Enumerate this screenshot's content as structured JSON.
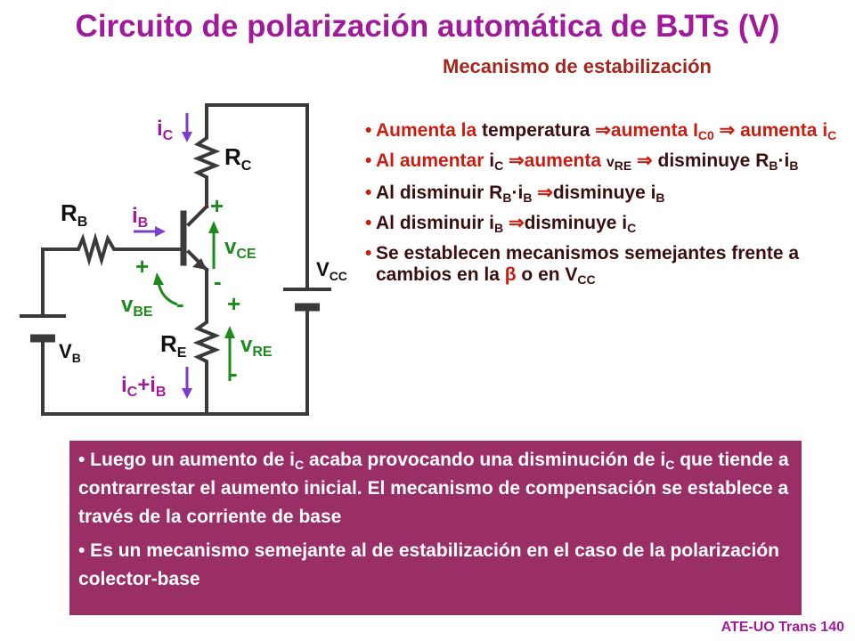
{
  "title": "Circuito de polarización automática de BJTs (V)",
  "subtitle": "Mecanismo de estabilización",
  "circuit": {
    "ic": "i",
    "ic_sub": "C",
    "rc": "R",
    "rc_sub": "C",
    "rb": "R",
    "rb_sub": "B",
    "ib": "i",
    "ib_sub": "B",
    "vce": "v",
    "vce_sub": "CE",
    "vbe": "v",
    "vbe_sub": "BE",
    "re": "R",
    "re_sub": "E",
    "vre": "v",
    "vre_sub": "RE",
    "vb": "V",
    "vb_sub": "B",
    "vcc": "V",
    "vcc_sub": "CC",
    "icib_a": "i",
    "icib_a_sub": "C",
    "icib_plus": "+i",
    "icib_b_sub": "B",
    "plus": "+",
    "minus": "-",
    "colors": {
      "wire": "#3a3a3a",
      "green": "#1e8a1e",
      "purple": "#7a3fc8",
      "label": "#111111"
    }
  },
  "bullets": {
    "b1_a": "Aumenta la",
    "b1_b": "temperatura",
    "b1_c": "aumenta I",
    "b1_c_sub": "C0",
    "b1_d": "aumenta i",
    "b1_d_sub": "C",
    "b2_a": "Al aumentar",
    "b2_b": "i",
    "b2_b_sub": "C",
    "b2_c": "aumenta",
    "b2_d": "v",
    "b2_d_sub": "RE",
    "b2_e": "disminuye R",
    "b2_e_sub": "B",
    "b2_f": "·i",
    "b2_f_sub": "B",
    "b3_a": "Al disminuir R",
    "b3_a_sub": "B",
    "b3_b": "·i",
    "b3_b_sub": "B",
    "b3_c": "disminuye i",
    "b3_c_sub": "B",
    "b4_a": "Al disminuir i",
    "b4_a_sub": "B",
    "b4_b": "disminuye i",
    "b4_b_sub": "C",
    "b5_a": "Se establecen mecanismos semejantes frente a cambios en la",
    "b5_beta": "β",
    "b5_b": "o en V",
    "b5_b_sub": "CC",
    "arrow": "⇒",
    "bullet": "•"
  },
  "box": {
    "p1_a": "• Luego un aumento de i",
    "p1_sub1": "C",
    "p1_b": " acaba provocando una disminución de i",
    "p1_sub2": "C",
    "p1_c": " que tiende a contrarrestar el aumento inicial. El mecanismo de compensación se establece a través de la corriente de base",
    "p2": "• Es un mecanismo semejante al de estabilización en el caso de la polarización colector-base"
  },
  "footer": "ATE-UO Trans 140"
}
